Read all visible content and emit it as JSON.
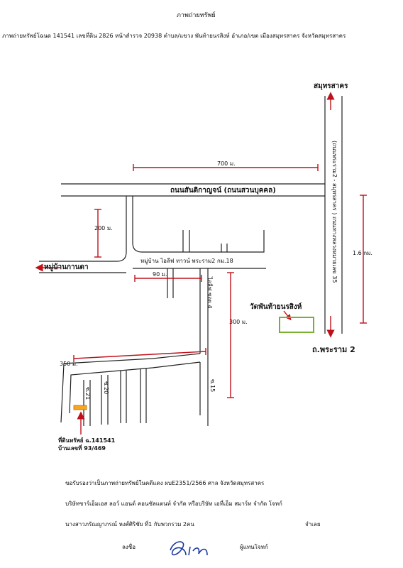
{
  "header": {
    "title": "ภาพถ่ายทรัพย์",
    "subtitle": "ภาพถ่ายทรัพย์โฉนด 141541  เลขที่ดิน 2826 หน้าสำรวจ 20938  ตำบล/แขวง พันท้ายนรสิงห์  อำเภอ/เขต เมืองสมุทรสาคร จังหวัดสมุทรสาคร"
  },
  "map": {
    "north_label": "สมุทรสาคร",
    "south_label": "ถ.พระราม 2",
    "highway_label": "(ถนนพระราม2 - สมุทรสาคร ) ถนนทางหลวงหมายเลข 35",
    "main_road_label": "ถนนสันติกาญจน์ (ถนนสวนบุคคล)",
    "village_label": "หมู่บ้านกานดา",
    "soi_label": "หมู่บ้าน  ไอลีฟ ทาวน์  พระราม2 กม.18",
    "soi4_label": "ไอลีฟ ซอย 4",
    "temple_label": "วัดพันท้ายนรสิงห์",
    "property_label": "ที่ดินทรัพย์ ฉ.141541",
    "house_label": "บ้านเลขที่ 93/469",
    "dist_700": "700 ม.",
    "dist_200": "200 ม.",
    "dist_90": "90 ม.",
    "dist_300": "300 ม.",
    "dist_350": "350 ม.",
    "dist_16km": "1.6 กม.",
    "soi_21": "ซ.21",
    "soi_20": "ซ.20",
    "soi_15": "ซ.15",
    "colors": {
      "arrow": "#c0101a",
      "temple_box": "#7ab030",
      "property_box": "#f5a623"
    }
  },
  "footer": {
    "line1": "ขอรับรองว่าเป็นภาพถ่ายทรัพย์ในคดีแดง  ผบE2351/2566  ศาล  จังหวัดสมุทรสาคร",
    "line2": "บริษัทซาร์เอ็มเอส ลอว์ แอนด์ คอนซัลแตนท์ จำกัด หรือบริษัท เอที่เอ็ม สมาร์ท จำกัด   โจทก์",
    "line3": "นางสาวภรัณญาภรณ์ หงศ์ศิริชัย ที่1 กับพวกรวม 2คน",
    "defendant": "จำเลย",
    "sign_label": "ลงชื่อ",
    "proxy_label": "ผู้แทนโจทก์"
  }
}
